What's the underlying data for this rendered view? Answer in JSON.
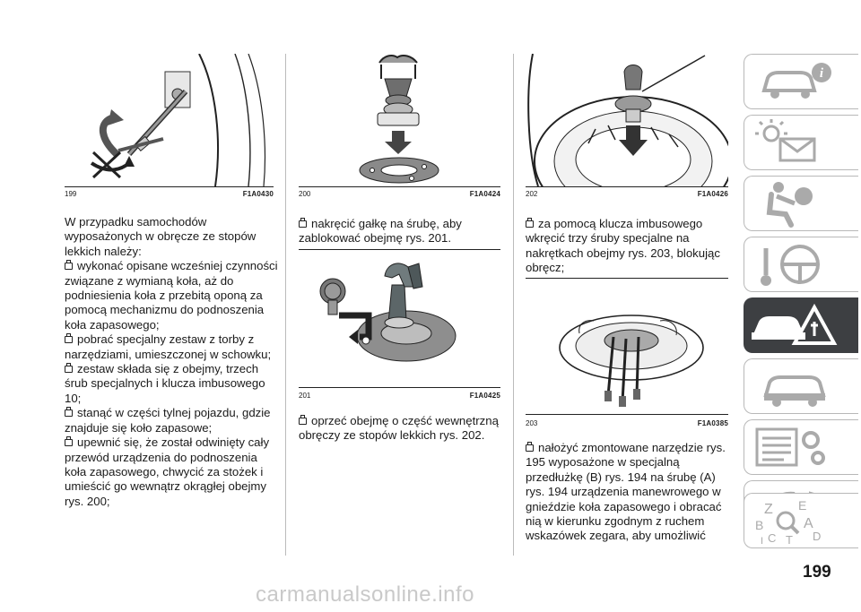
{
  "page_number": "199",
  "watermark": "carmanualsonline.info",
  "figures": [
    {
      "number": "199",
      "code": "F1A0430"
    },
    {
      "number": "200",
      "code": "F1A0424"
    },
    {
      "number": "201",
      "code": "F1A0425"
    },
    {
      "number": "202",
      "code": "F1A0426"
    },
    {
      "number": "203",
      "code": "F1A0385"
    }
  ],
  "col1": {
    "intro": "W przypadku samochodów wyposażonych w obręcze ze stopów lekkich należy:",
    "items": [
      "wykonać opisane wcześniej czynności związane z wymianą koła, aż do podniesienia koła z przebitą oponą za pomocą mechanizmu do podnoszenia koła zapasowego;",
      "pobrać specjalny zestaw z torby z narzędziami, umieszczonej w schowku;",
      "zestaw składa się z obejmy, trzech śrub specjalnych i klucza imbusowego 10;",
      "stanąć w części tylnej pojazdu, gdzie znajduje się koło zapasowe;",
      "upewnić się, że został odwinięty cały przewód urządzenia do podnoszenia koła zapasowego, chwycić za stożek i umieścić go wewnątrz okrągłej obejmy rys. 200;"
    ]
  },
  "col2": {
    "item1": "nakręcić gałkę na śrubę, aby zablokować obejmę rys. 201.",
    "item2": "oprzeć obejmę o część wewnętrzną obręczy ze stopów lekkich rys. 202."
  },
  "col3": {
    "item1": "za pomocą klucza imbusowego wkręcić trzy śruby specjalne na nakrętkach obejmy rys. 203, blokując obręcz;",
    "item2": "nałożyć zmontowane narzędzie rys. 195 wyposażone w specjalną przedłużkę (B) rys. 194 na śrubę (A) rys. 194 urządzenia manewrowego w gnieździe koła zapasowego i obracać nią w kierunku zgodnym z ruchem wskazówek zegara, aby umożliwić"
  },
  "sidebar": {
    "active_index": 4,
    "tabs": [
      {
        "icon": "car-info-icon"
      },
      {
        "icon": "warning-lights-envelope-icon"
      },
      {
        "icon": "seat-airbag-icon"
      },
      {
        "icon": "steering-wheel-key-icon"
      },
      {
        "icon": "car-warning-triangle-icon"
      },
      {
        "icon": "car-service-icon"
      },
      {
        "icon": "specs-gear-icon"
      },
      {
        "icon": "multimedia-note-icon"
      },
      {
        "icon": "index-letters-icon",
        "letters": [
          "Z",
          "E",
          "B",
          "A",
          "C",
          "D",
          "T",
          "I"
        ]
      }
    ]
  }
}
